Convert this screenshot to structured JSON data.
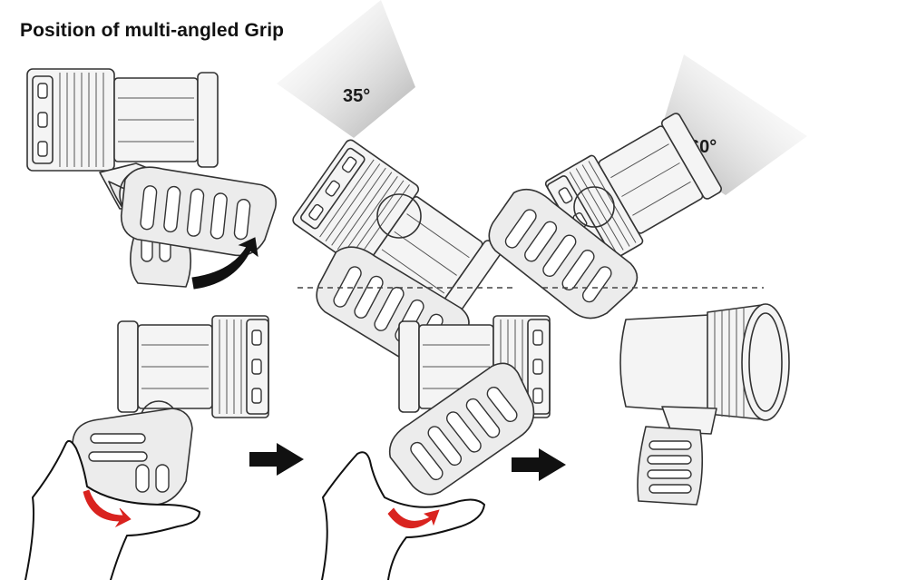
{
  "title": "Position of multi-angled Grip",
  "angles": [
    "35°",
    "60°"
  ],
  "colors": {
    "outline": "#333333",
    "beam": "#bfbfbf",
    "rotation_arrow": "#d9231f",
    "step_arrow": "#111111"
  }
}
